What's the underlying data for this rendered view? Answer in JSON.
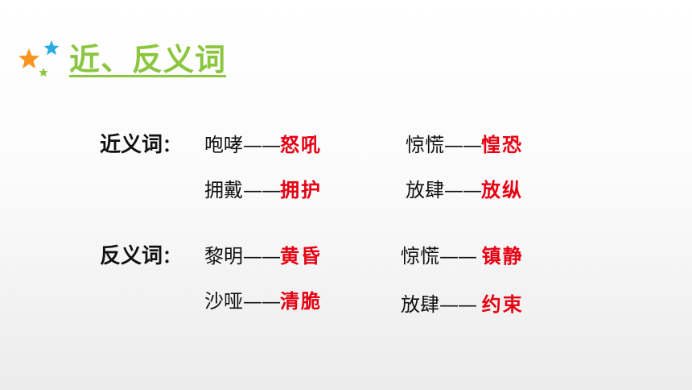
{
  "title": "近、反义词",
  "colors": {
    "title": "#8cc63f",
    "answer": "#e60012",
    "text": "#111111",
    "star_orange": "#f7931e",
    "star_blue": "#29abe2",
    "star_green": "#8cc63f"
  },
  "synonyms": {
    "label": "近义词",
    "colon": "：",
    "pairs": [
      {
        "word": "咆哮",
        "dash": "——",
        "answer": "怒吼"
      },
      {
        "word": "惊慌",
        "dash": "——",
        "answer": "惶恐"
      },
      {
        "word": "拥戴",
        "dash": "——",
        "answer": "拥护"
      },
      {
        "word": "放肆",
        "dash": "——",
        "answer": "放纵"
      }
    ]
  },
  "antonyms": {
    "label": "反义词",
    "colon": "：",
    "pairs": [
      {
        "word": "黎明",
        "dash": "——",
        "answer": "黄昏"
      },
      {
        "word": "惊慌",
        "dash": "—— ",
        "answer": "镇静"
      },
      {
        "word": "沙哑",
        "dash": "——",
        "answer": "清脆"
      },
      {
        "word": "放肆",
        "dash": "—— ",
        "answer": "约束"
      }
    ]
  }
}
